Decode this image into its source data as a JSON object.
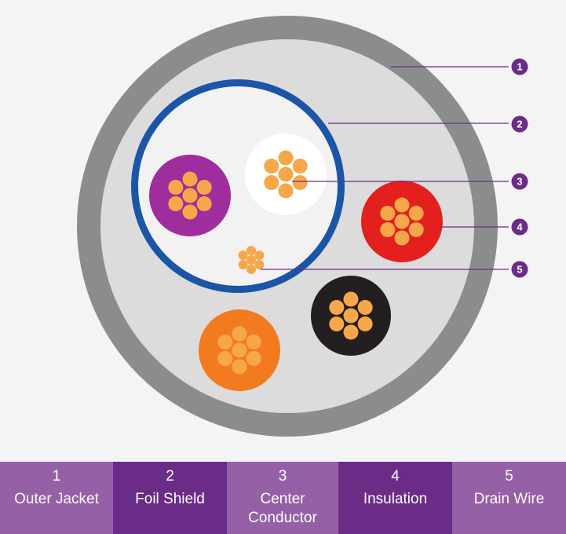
{
  "colors": {
    "background": "#f4f4f5",
    "outer_jacket": "#8b8c8e",
    "filler": "#dcdcdd",
    "foil_shield": "#1b55a6",
    "shield_inner": "#f2f2f3",
    "strand": "#f6a74a",
    "marker": "#6a2c86",
    "leader_line": "#6a2c86",
    "legend_light": "#9660a6",
    "legend_dark": "#6a2c86"
  },
  "conductors": [
    {
      "name": "purple-conductor",
      "insulation_color": "#a02d9e"
    },
    {
      "name": "white-conductor",
      "insulation_color": "#ffffff"
    },
    {
      "name": "red-conductor",
      "insulation_color": "#e3201e"
    },
    {
      "name": "black-conductor",
      "insulation_color": "#231f20"
    },
    {
      "name": "orange-conductor",
      "insulation_color": "#f27b20"
    }
  ],
  "markers": [
    "1",
    "2",
    "3",
    "4",
    "5"
  ],
  "legend": [
    {
      "number": "1",
      "label": "Outer Jacket",
      "color": "#9660a6"
    },
    {
      "number": "2",
      "label": "Foil Shield",
      "color": "#6a2c86"
    },
    {
      "number": "3",
      "label": "Center\nConductor",
      "color": "#9660a6"
    },
    {
      "number": "4",
      "label": "Insulation",
      "color": "#6a2c86"
    },
    {
      "number": "5",
      "label": "Drain Wire",
      "color": "#9660a6"
    }
  ]
}
